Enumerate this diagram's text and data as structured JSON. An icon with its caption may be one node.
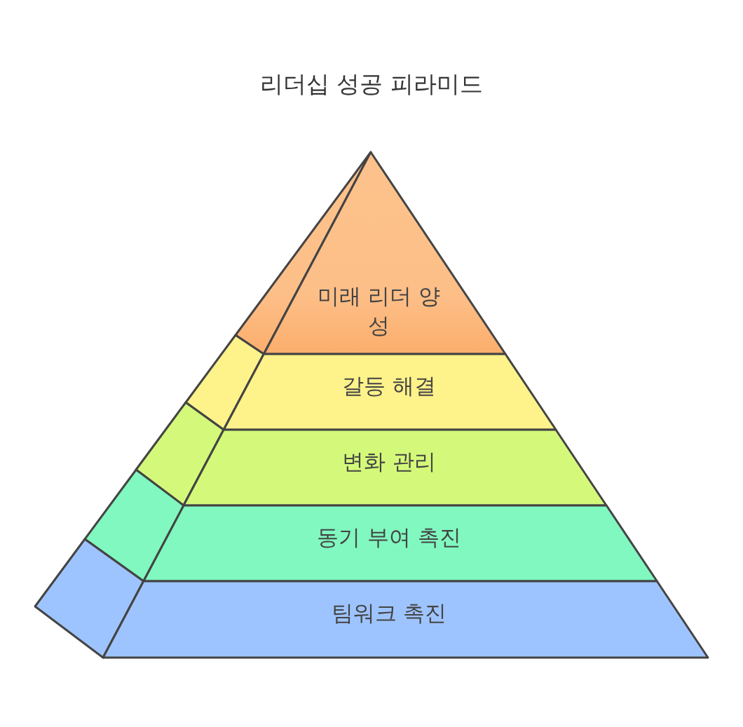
{
  "diagram": {
    "title": "리더십 성공 피라미드",
    "nodes": [
      {
        "text": [
          "미래 리더 양성"
        ]
      },
      {
        "text": [
          "갈등 해결"
        ]
      },
      {
        "text": [
          "변화 관리"
        ]
      },
      {
        "text": [
          "동기 부여 촉진"
        ]
      },
      {
        "text": [
          "팀워크 촉진"
        ]
      }
    ]
  }
}
